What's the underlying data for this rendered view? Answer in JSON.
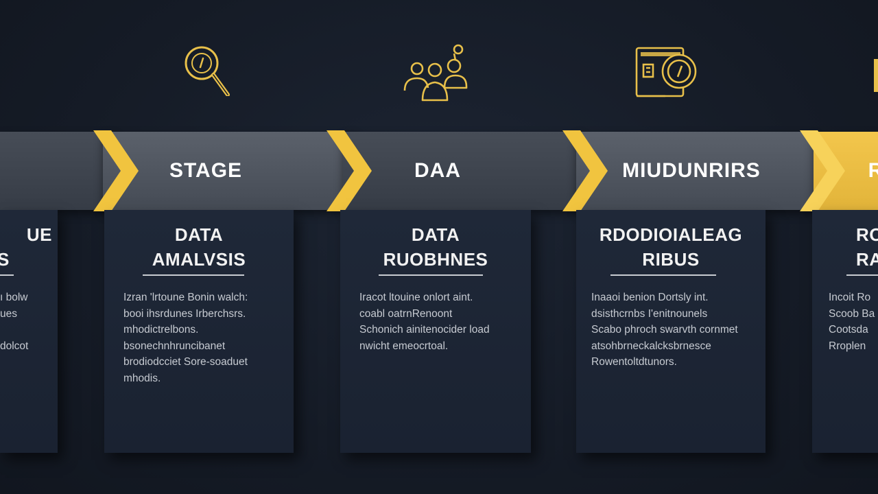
{
  "colors": {
    "background": "#151b26",
    "band_grey": "#5b616b",
    "band_dark": "#474d57",
    "accent_yellow": "#f1c43f",
    "card": "#1f2838",
    "text": "#f2f2f2"
  },
  "icons": [
    {
      "name": "magnifier-icon"
    },
    {
      "name": "people-group-icon"
    },
    {
      "name": "document-clock-icon"
    }
  ],
  "stages": [
    {
      "label": "",
      "card_title": [
        "UE",
        "S"
      ],
      "card_body": [
        "ı bolw",
        "ues",
        "",
        "dolcot"
      ]
    },
    {
      "label": "STAGE",
      "card_title": [
        "DATA",
        "AMALVSIS"
      ],
      "card_body": [
        "Izran 'lrtoune Bonin walch:",
        "booi ihsrdunes Irberchsrs.",
        "mhodictrelbons.",
        "bsonechnhruncibanet",
        "brodiodcciet Sore-soaduet",
        "mhodis."
      ]
    },
    {
      "label": "DAA",
      "card_title": [
        "DATA",
        "RUOBHNES"
      ],
      "card_body": [
        "Iracot ltouine onlort aint.",
        "coabl oatrnRenoont",
        "Schonich ainitenocider load",
        "nwicht emeocrtoal."
      ]
    },
    {
      "label": "MIUDUNRIRS",
      "card_title": [
        "RDODIOIALEAG",
        "RIBUS"
      ],
      "card_body": [
        "Inaaoi benion Dortsly int.",
        "dsisthcrnbs I'enitnounels",
        "Scabo phroch swarvth cornmet",
        "atsohbrneckalcksbrnesce",
        "Rowentoltdtunors."
      ]
    },
    {
      "label": "R",
      "card_title": [
        "RO",
        "RA"
      ],
      "card_body": [
        "Incoit Ro",
        "Scoob Ba",
        "Cootsda",
        "Rroplen"
      ]
    }
  ]
}
